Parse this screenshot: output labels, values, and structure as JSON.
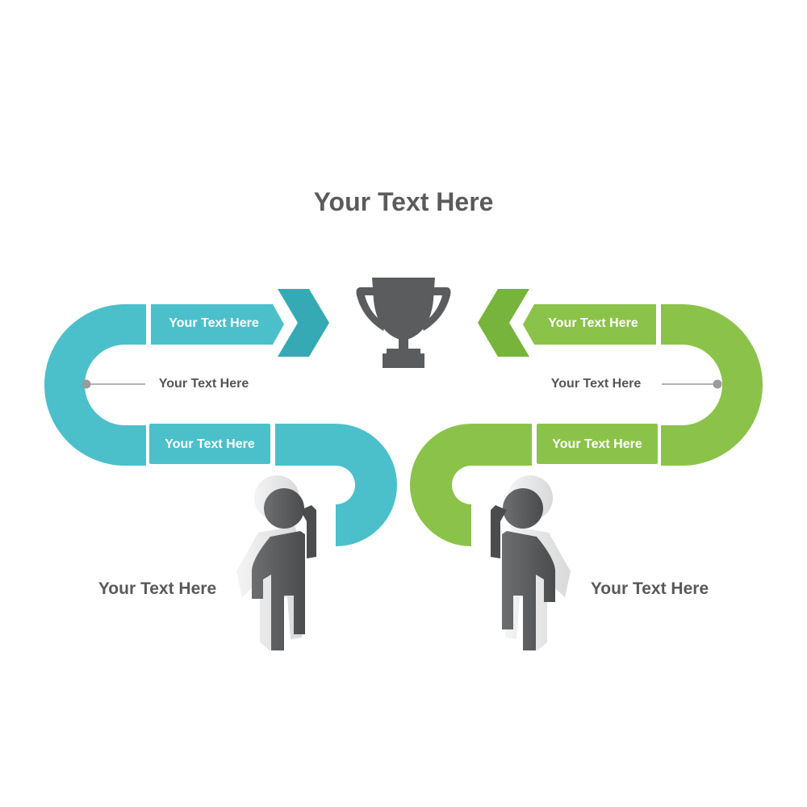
{
  "title": "Your Text Here",
  "colors": {
    "left_accent": "#4bc0cb",
    "left_arrow": "#35aab4",
    "right_accent": "#8bc34a",
    "right_arrow": "#76b43c",
    "icon_dark": "#5a5c5e",
    "text_dark": "#5b5b5b"
  },
  "left_path": {
    "top_label": "Your Text Here",
    "middle_label": "Your Text Here",
    "bottom_label": "Your Text Here",
    "person_label": "Your Text Here"
  },
  "right_path": {
    "top_label": "Your Text Here",
    "middle_label": "Your Text Here",
    "bottom_label": "Your Text Here",
    "person_label": "Your Text Here"
  },
  "icons": {
    "goal": "trophy-icon",
    "left_person": "person-icon",
    "right_person": "person-icon"
  }
}
